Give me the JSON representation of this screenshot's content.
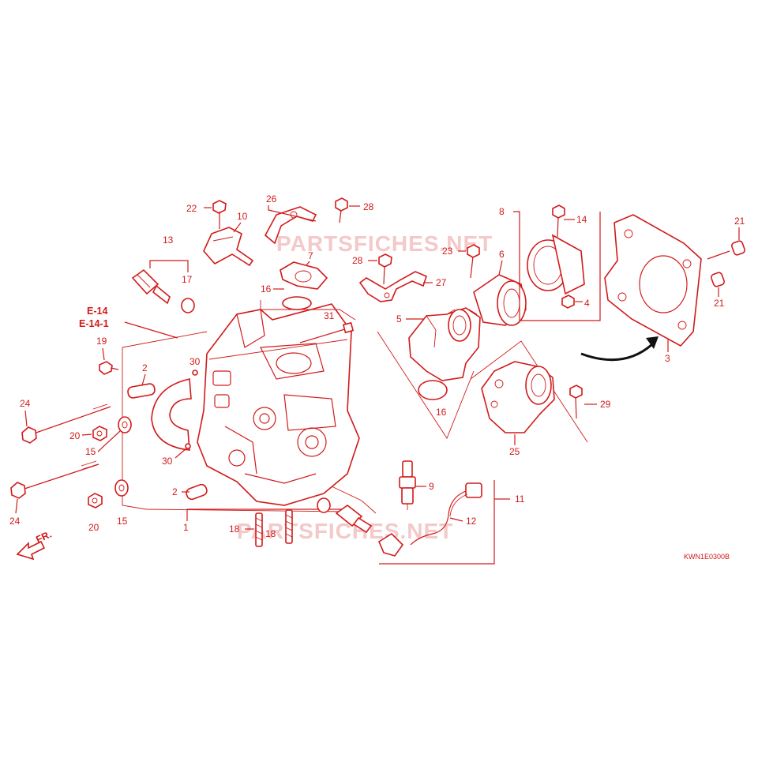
{
  "diagram": {
    "labels": {
      "p1": "1",
      "p2a": "2",
      "p2b": "2",
      "p3": "3",
      "p4": "4",
      "p5": "5",
      "p6": "6",
      "p7": "7",
      "p8": "8",
      "p9": "9",
      "p10": "10",
      "p11": "11",
      "p12": "12",
      "p13": "13",
      "p14": "14",
      "p15a": "15",
      "p15b": "15",
      "p16a": "16",
      "p16b": "16",
      "p17": "17",
      "p18a": "18",
      "p18b": "18",
      "p19": "19",
      "p20a": "20",
      "p20b": "20",
      "p21a": "21",
      "p21b": "21",
      "p22": "22",
      "p23": "23",
      "p24a": "24",
      "p24b": "24",
      "p25": "25",
      "p26": "26",
      "p27": "27",
      "p28a": "28",
      "p28b": "28",
      "p29": "29",
      "p30a": "30",
      "p30b": "30",
      "p31": "31"
    },
    "ref_e14": "E-14",
    "ref_e141": "E-14-1",
    "front_marker": "FR.",
    "diagram_code": "KWN1E0300B",
    "watermark": "PARTSFICHES.NET",
    "colors": {
      "line": "#d21a1a",
      "arrow": "#111111",
      "watermark": "#f3c9c9"
    }
  }
}
